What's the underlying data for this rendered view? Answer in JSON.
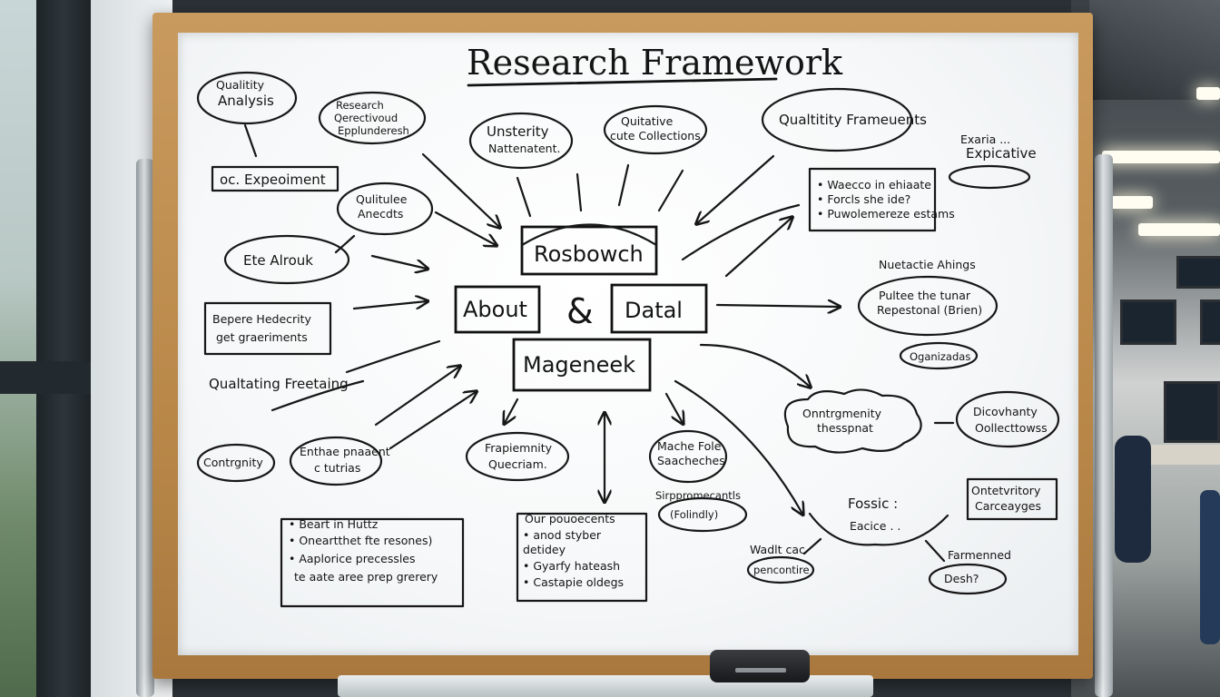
{
  "board": {
    "title": "Research Framework",
    "center": {
      "top": "Rosbowch",
      "left": "About",
      "middle_glyph": "&",
      "right": "Datal",
      "bottom": "Mageneek"
    },
    "notes": {
      "qualitative_analysis": [
        "Qualitity",
        "Analysis"
      ],
      "experiment_box": "oc. Expeoiment",
      "research_bubble": [
        "Research",
        "Qerectivoud",
        "Epplunderesh"
      ],
      "uncertainty": [
        "Unsterity",
        "Nattenatent."
      ],
      "data_collections": [
        "Quitative",
        "cute Collections"
      ],
      "quality_frameworks": "Qualtitity Frameuents",
      "explicative": [
        "Exaria ...",
        "Expicative"
      ],
      "methods_box": [
        "• Waecco in ehiaate",
        "• Forcls she ide?",
        "• Puwolemereze estams"
      ],
      "qualitative_aspects": [
        "Qulitulee",
        "Anecdts"
      ],
      "ete_alrouk": "Ete Alrouk",
      "nuetective": "Nuetactie Ahings",
      "pultee": [
        "Pultee the tunar",
        "Repestonal (Brien)"
      ],
      "organizados": "Oganizadas",
      "experience_box": [
        "Bepere Hedecrity",
        "get graeriments"
      ],
      "qualitating": "Qualtating Freetaing",
      "continuity": [
        "Onntrgmenity",
        "thesspnat"
      ],
      "discordant": [
        "Dicovhanty",
        "Oollecttowss"
      ],
      "contrgnity": "Contrgnity",
      "enthas": [
        "Enthae pnaaent",
        "c tutrias"
      ],
      "frapienmity": [
        "Frapiemnity",
        "Quecriam."
      ],
      "machine": [
        "Mache Fole",
        "Saacheches"
      ],
      "sirpp": [
        "Sirppromecantls",
        "(Folindly)"
      ],
      "fossic": [
        "Fossic :",
        "Eacice . ."
      ],
      "outstory": [
        "Ontetvritory",
        "Carceayges"
      ],
      "walt": [
        "Wadlt cac",
        "pencontire"
      ],
      "farmenned": [
        "Farmenned",
        "Desh?"
      ],
      "left_box": [
        "• Beart in Huttz",
        "• Oneartthet fte resones)",
        "• Aaplorice precessles",
        "te aate aree prep grerery"
      ],
      "mid_box": [
        "Our pouoecents",
        "• anod styber",
        "  detidey",
        "• Gyarfy hateash",
        "• Castapie oldegs"
      ]
    }
  },
  "colors": {
    "ink": "#171717",
    "frame": "#b98849",
    "board": "#f6f8f9"
  }
}
